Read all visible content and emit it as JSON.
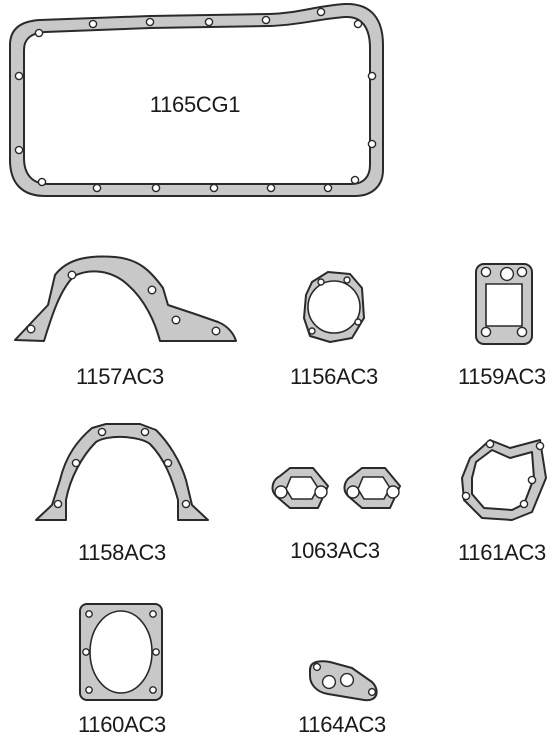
{
  "parts": [
    {
      "id": "pan",
      "code": "1165CG1"
    },
    {
      "id": "rear-seal-upper",
      "code": "1157AC3"
    },
    {
      "id": "round-flange",
      "code": "1156AC3"
    },
    {
      "id": "square-plate",
      "code": "1159AC3"
    },
    {
      "id": "front-seal",
      "code": "1158AC3"
    },
    {
      "id": "fuel-pump-pair",
      "code": "1063AC3"
    },
    {
      "id": "cover-plate",
      "code": "1161AC3"
    },
    {
      "id": "oval-plate",
      "code": "1160AC3"
    },
    {
      "id": "small-flange",
      "code": "1164AC3"
    }
  ],
  "colors": {
    "gasket_fill": "#c8c8c8",
    "outline": "#2a2a2a",
    "background": "#ffffff"
  }
}
